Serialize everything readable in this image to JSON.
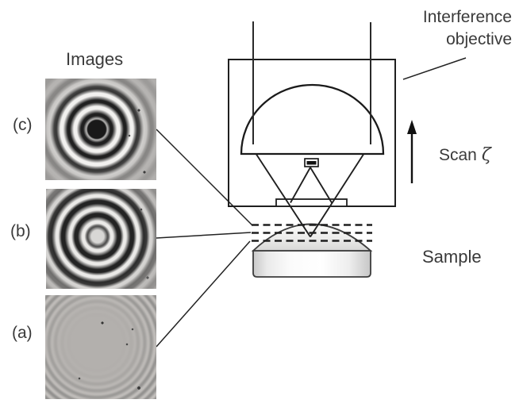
{
  "figure": {
    "images_panel": {
      "title": "Images",
      "labels": {
        "c": "(c)",
        "b": "(b)",
        "a": "(a)"
      }
    },
    "schematic": {
      "objective_label": "Interference objective",
      "scan": {
        "text": "Scan",
        "symbol": "ζ",
        "arrow_icon": "up-arrow"
      },
      "sample_label": "Sample"
    },
    "colors": {
      "line": "#1f1f1f",
      "text": "#3a3a3a",
      "photo_background": "#aaa8a6"
    }
  }
}
